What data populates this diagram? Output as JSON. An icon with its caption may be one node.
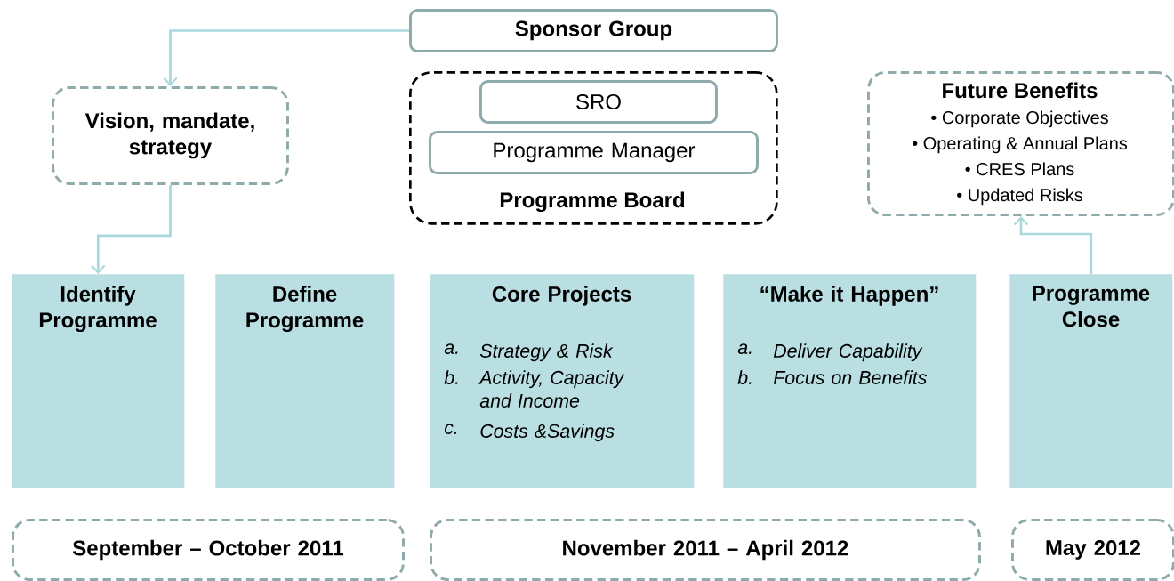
{
  "diagram": {
    "nodes": [
      {
        "text": [
          "Sponsor Group"
        ]
      },
      {
        "text": [
          "Vision, mandate, strategy"
        ]
      },
      {
        "text": [
          "Programme Board"
        ]
      },
      {
        "text": [
          "SRO"
        ],
        "in": 2
      },
      {
        "text": [
          "Programme Manager"
        ],
        "in": 2
      },
      {
        "text": [
          "Future Benefits",
          "• Corporate Objectives",
          "• Operating & Annual Plans",
          "• CRES Plans",
          "• Updated Risks"
        ]
      },
      {
        "text": [
          "Identify Programme"
        ]
      },
      {
        "text": [
          "Define Programme"
        ]
      },
      {
        "text": [
          "Core Projects",
          "a.",
          "Strategy & Risk",
          "b.",
          "Activity, Capacity and Income",
          "c.",
          "Costs &Savings"
        ]
      },
      {
        "text": [
          "“Make it Happen”",
          "a.",
          "Deliver Capability",
          "b.",
          "Focus on Benefits"
        ]
      },
      {
        "text": [
          "Programme Close"
        ]
      },
      {
        "text": [
          "September – October 2011"
        ]
      },
      {
        "text": [
          "November 2011 – April 2012"
        ]
      },
      {
        "text": [
          "May 2012"
        ]
      }
    ],
    "edges": [
      {
        "from": 0,
        "to": 1,
        "arrow": "to"
      },
      {
        "from": 1,
        "to": 6,
        "arrow": "to"
      },
      {
        "from": 10,
        "to": 5,
        "arrow": "to"
      }
    ]
  }
}
